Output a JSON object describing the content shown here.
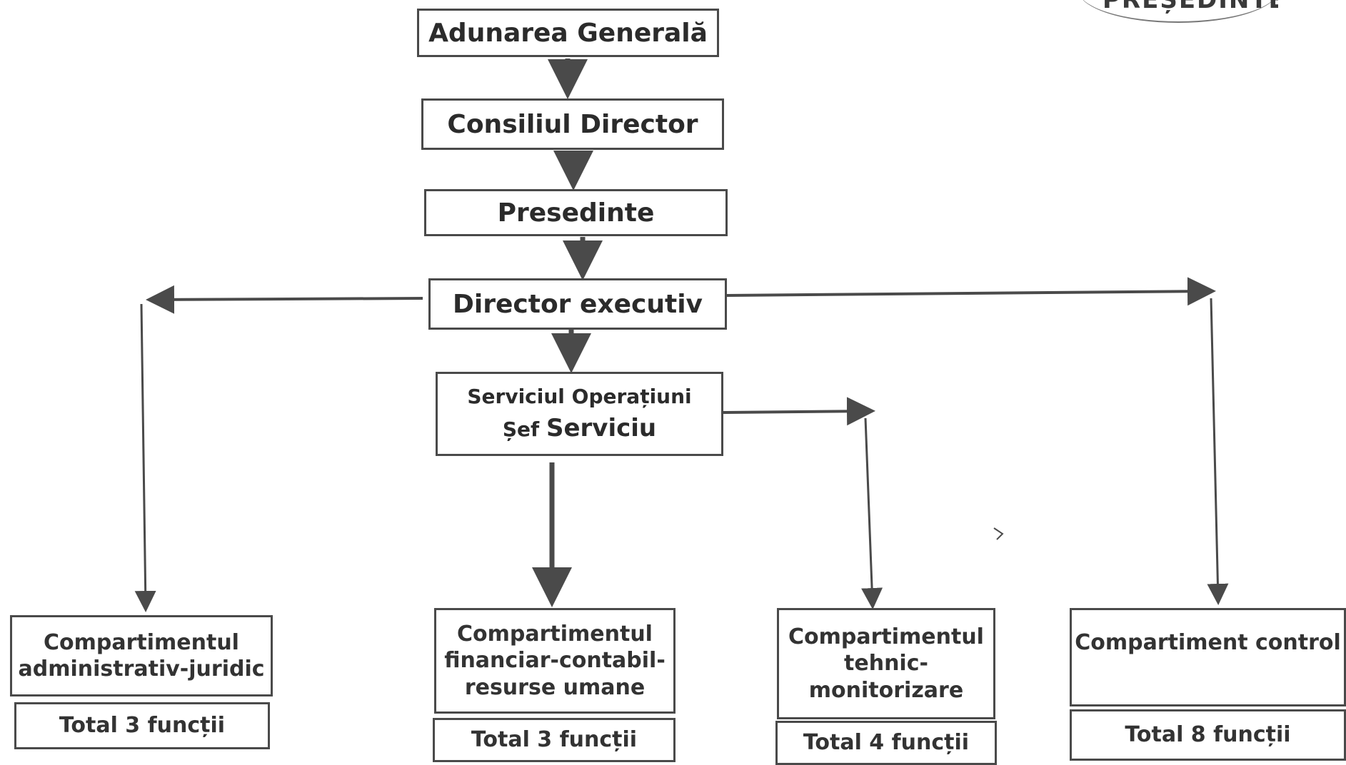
{
  "stamp_text": "PREȘEDINTE",
  "nodes": {
    "adunarea": "Adunarea Generală",
    "consiliul": "Consiliul Director",
    "presedinte": "Presedinte",
    "director": "Director executiv",
    "serviciul_line1": "Serviciul Operațiuni",
    "serviciul_line2_a": "Șef ",
    "serviciul_line2_b": "Serviciu"
  },
  "departments": [
    {
      "name_lines": [
        "Compartimentul",
        "administrativ-juridic"
      ],
      "total": "Total 3 funcții"
    },
    {
      "name_lines": [
        "Compartimentul",
        "financiar-contabil-",
        "resurse umane"
      ],
      "total": "Total 3 funcții"
    },
    {
      "name_lines": [
        "Compartimentul",
        "tehnic-",
        "monitorizare"
      ],
      "total": "Total 4 funcții"
    },
    {
      "name_lines": [
        "Compartiment control"
      ],
      "total": "Total 8 funcții"
    }
  ],
  "colors": {
    "line": "#4a4a4a",
    "border": "#4a4a4a",
    "text": "#2b2b2b"
  }
}
